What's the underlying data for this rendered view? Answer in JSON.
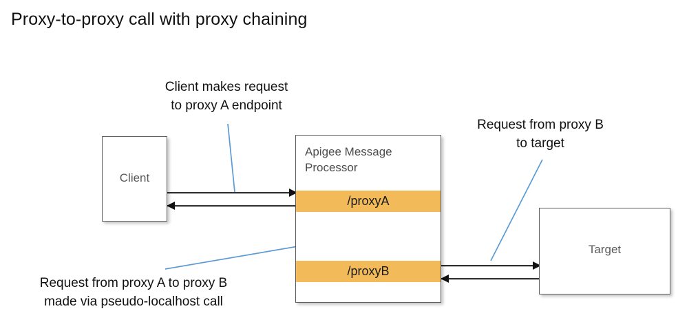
{
  "diagram": {
    "title": "Proxy-to-proxy call with proxy chaining",
    "nodes": {
      "client": {
        "label": "Client"
      },
      "target": {
        "label": "Target"
      },
      "message_processor": {
        "label": "Apigee Message\nProcessor",
        "bands": [
          {
            "label": "/proxyA"
          },
          {
            "label": "/proxyB"
          }
        ]
      }
    },
    "annotations": [
      {
        "id": "client-request",
        "text": "Client makes request\nto proxy A endpoint"
      },
      {
        "id": "proxyb-to-target",
        "text": "Request from proxy B\nto target"
      },
      {
        "id": "proxy-chaining",
        "text": "Request from proxy A to proxy B\nmade via pseudo-localhost call"
      }
    ],
    "colors": {
      "band": "#F2BA59",
      "leader_line": "#5B9BD5",
      "box_border": "#5C5C5C",
      "arrow": "#111111",
      "node_label": "#595959",
      "title": "#111111"
    }
  }
}
